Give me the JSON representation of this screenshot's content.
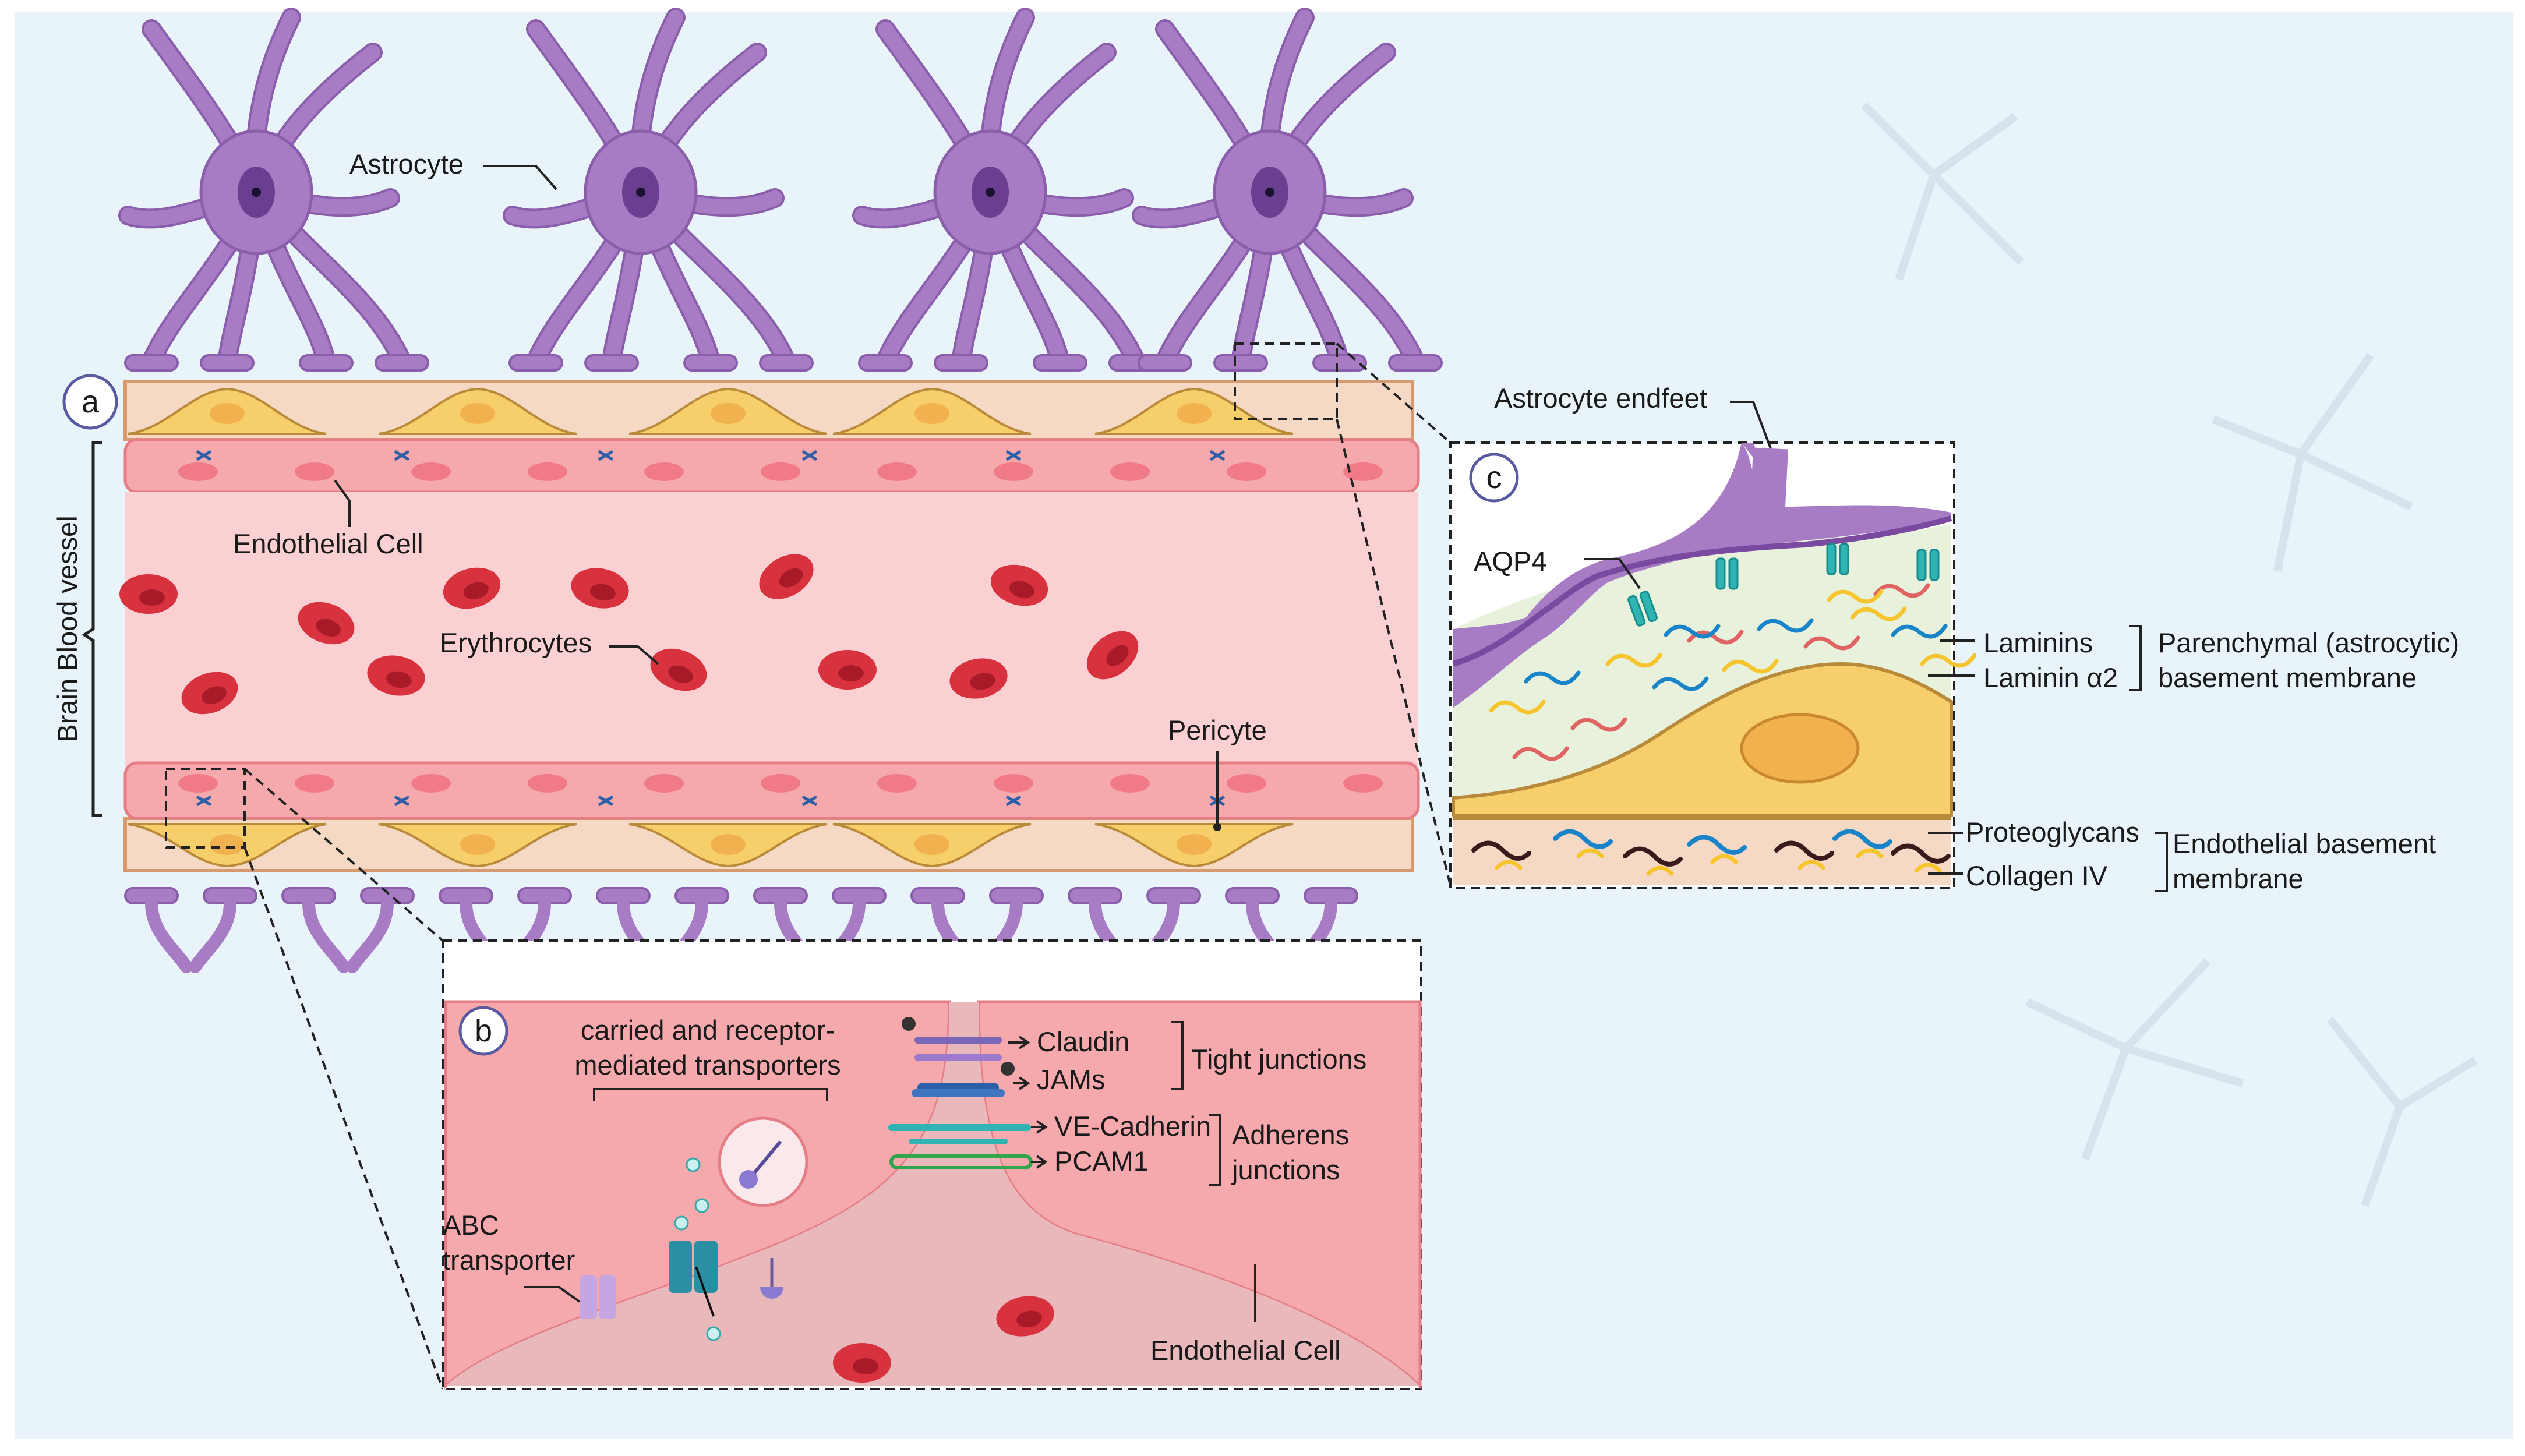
{
  "panels": {
    "a": "a",
    "b": "b",
    "c": "c"
  },
  "labels": {
    "astrocyte": "Astrocyte",
    "endothelial_cell": "Endothelial Cell",
    "erythrocytes": "Erythrocytes",
    "pericyte": "Pericyte",
    "brain_blood_vessel": "Brain Blood vessel"
  },
  "panel_b": {
    "transporters_line1": "carried and receptor-",
    "transporters_line2": "mediated transporters",
    "abc_line1": "ABC",
    "abc_line2": "transporter",
    "claudin": "Claudin",
    "jams": "JAMs",
    "tight_junctions": "Tight junctions",
    "ve_cadherin": "VE-Cadherin",
    "pcam1": "PCAM1",
    "adherens_line1": "Adherens",
    "adherens_line2": "junctions",
    "endothelial_cell": "Endothelial Cell"
  },
  "panel_c": {
    "astrocyte_endfeet": "Astrocyte endfeet",
    "aqp4": "AQP4",
    "laminins": "Laminins",
    "laminin_a2": "Laminin α2",
    "parenchymal_line1": "Parenchymal (astrocytic)",
    "parenchymal_line2": "basement membrane",
    "proteoglycans": "Proteoglycans",
    "collagen_iv": "Collagen IV",
    "endo_bm_line1": "Endothelial basement",
    "endo_bm_line2": "membrane"
  },
  "colors": {
    "background": "#e8f3fa",
    "astrocyte": "#a77cc4",
    "astrocyte_stroke": "#8a5eaa",
    "nucleus": "#6a3f90",
    "pericyte": "#f7cf6a",
    "basement_band": "#f5d9c4",
    "endothelium": "#f6a9ad",
    "lumen": "#fbd0d2",
    "erythrocyte": "#d8323f",
    "junction_teal": "#2fb3b3"
  }
}
